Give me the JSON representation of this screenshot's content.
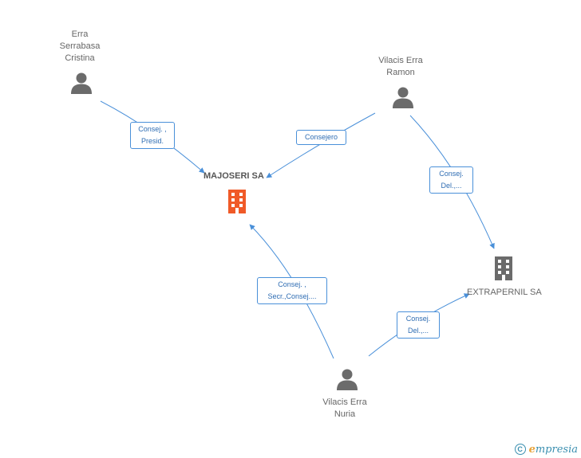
{
  "persons": {
    "erra": {
      "lines": [
        "Erra",
        "Serrabasa",
        "Cristina"
      ]
    },
    "ramon": {
      "lines": [
        "Vilacis Erra",
        "Ramon"
      ]
    },
    "nuria": {
      "lines": [
        "Vilacis Erra",
        "Nuria"
      ]
    }
  },
  "companies": {
    "majoseri": {
      "name": "MAJOSERI SA",
      "color": "#f05a28"
    },
    "extrapernil": {
      "name": "EXTRAPERNIL SA",
      "color": "#6b6b6b"
    }
  },
  "edges": {
    "erra_majoseri": {
      "lines": [
        "Consej. ,",
        "Presid."
      ]
    },
    "ramon_majoseri": {
      "lines": [
        "Consejero"
      ]
    },
    "ramon_extrapernil": {
      "lines": [
        "Consej.",
        "Del.,..."
      ]
    },
    "nuria_majoseri": {
      "lines": [
        "Consej. ,",
        "Secr.,Consej...."
      ]
    },
    "nuria_extrapernil": {
      "lines": [
        "Consej.",
        "Del.,..."
      ]
    }
  },
  "colors": {
    "edge": "#4a90d9",
    "person_icon": "#6b6b6b"
  },
  "footer": {
    "copyright_symbol": "C",
    "brand_initial": "e",
    "brand_rest": "mpresia"
  }
}
